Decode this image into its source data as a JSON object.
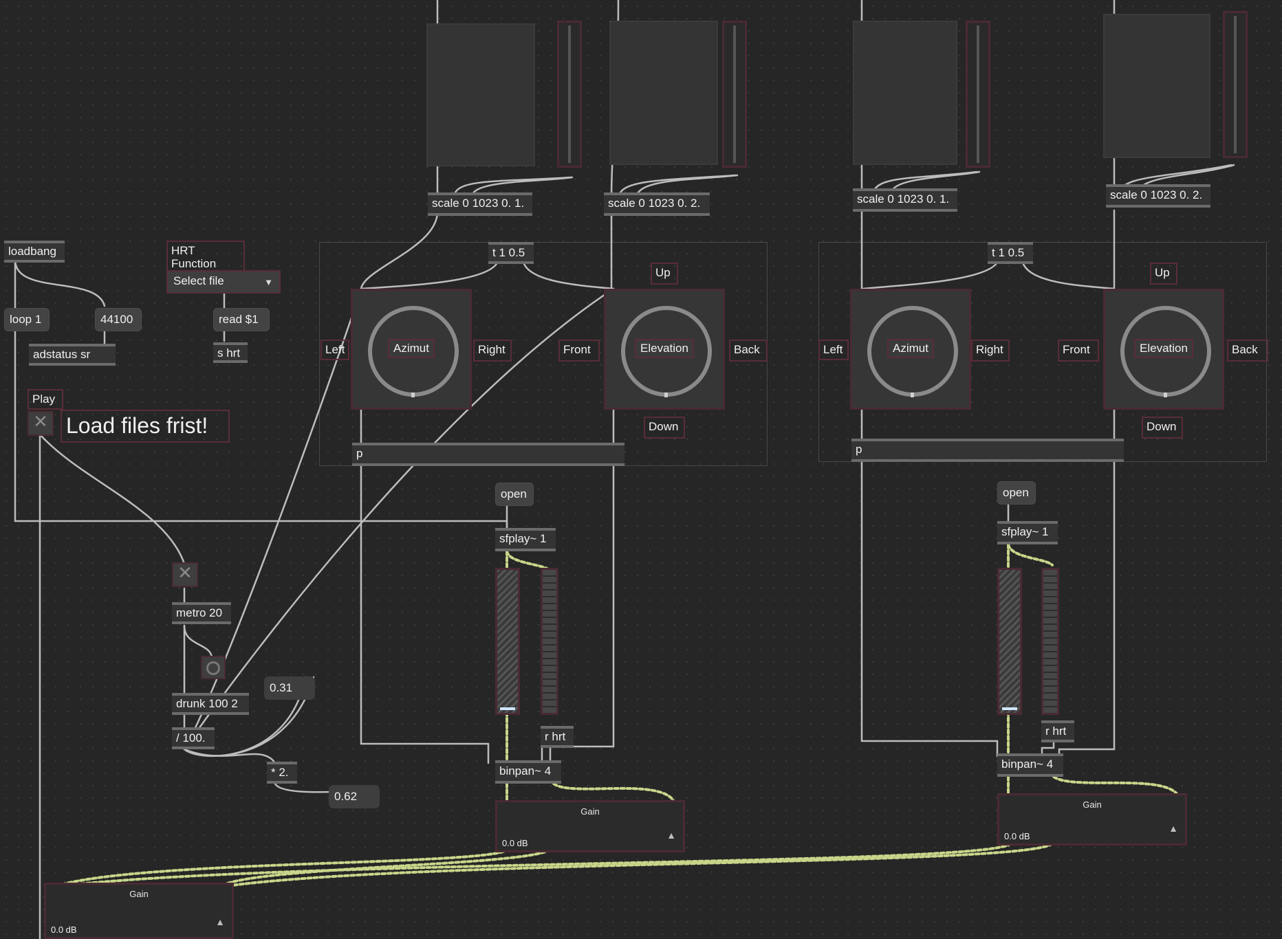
{
  "objects": {
    "loadbang": "loadbang",
    "hrtf_label": "HRT Function",
    "select_file": "Select file",
    "loop": "loop 1",
    "sr_number": "44100",
    "adstatus": "adstatus sr",
    "read": "read $1",
    "send_hrt": "s hrt",
    "play_label": "Play",
    "load_warning": "Load files frist!",
    "metro": "metro 20",
    "drunk": "drunk 100 2",
    "divide": "/ 100.",
    "multiply": "* 2.",
    "float_a": "0.31",
    "float_b": "0.62",
    "master_gain_title": "Gain",
    "master_gain_value": "0.0 dB"
  },
  "channels": [
    {
      "scale_a": "scale 0 1023 0. 1.",
      "scale_b": "scale 0 1023 0. 2.",
      "trigger": "t 1 0.5",
      "up": "Up",
      "down": "Down",
      "left": "Left",
      "right": "Right",
      "front": "Front",
      "back": "Back",
      "azimuth_dial": "Azimut",
      "elevation_dial": "Elevation",
      "pack": "p",
      "open": "open",
      "sfplay": "sfplay~ 1",
      "receive_hrt": "r hrt",
      "binpan": "binpan~ 4",
      "gain_title": "Gain",
      "gain_value": "0.0 dB"
    },
    {
      "scale_a": "scale 0 1023 0. 1.",
      "scale_b": "scale 0 1023 0. 2.",
      "trigger": "t 1 0.5",
      "up": "Up",
      "down": "Down",
      "left": "Left",
      "right": "Right",
      "front": "Front",
      "back": "Back",
      "azimuth_dial": "Azimut",
      "elevation_dial": "Elevation",
      "pack": "p",
      "open": "open",
      "sfplay": "sfplay~ 1",
      "receive_hrt": "r hrt",
      "binpan": "binpan~ 4",
      "gain_title": "Gain",
      "gain_value": "0.0 dB"
    }
  ],
  "icons": {
    "toggle": "toggle-x-icon",
    "bang": "bang-circle-icon",
    "dropdown": "caret-down-icon",
    "gain_arrow": "triangle-up-icon"
  },
  "colors": {
    "background": "#262626",
    "object_fill": "#343434",
    "cord": "#bdbdbd",
    "signal_cord": "#c8d68a",
    "highlight_border": "#5a2d38"
  }
}
